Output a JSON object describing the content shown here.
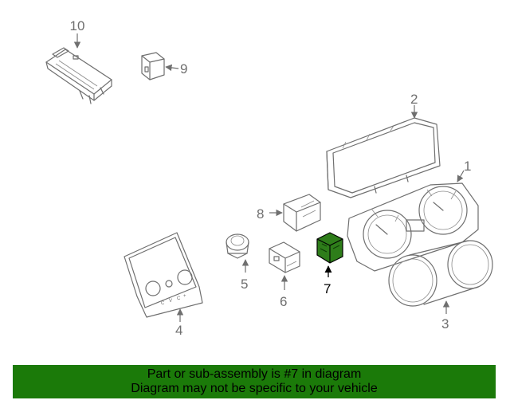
{
  "diagram": {
    "highlighted_part": "7",
    "highlight_color": "#2e7d1a",
    "callouts": {
      "c1": "1",
      "c2": "2",
      "c3": "3",
      "c4": "4",
      "c5": "5",
      "c6": "6",
      "c7": "7",
      "c8": "8",
      "c9": "9",
      "c10": "10"
    },
    "panel_labels": [
      "C",
      "V",
      "C",
      "+"
    ]
  },
  "banner": {
    "line1": "Part or sub-assembly is #7 in diagram",
    "line2": "Diagram may not be specific to your vehicle",
    "background": "#1b7a09"
  }
}
